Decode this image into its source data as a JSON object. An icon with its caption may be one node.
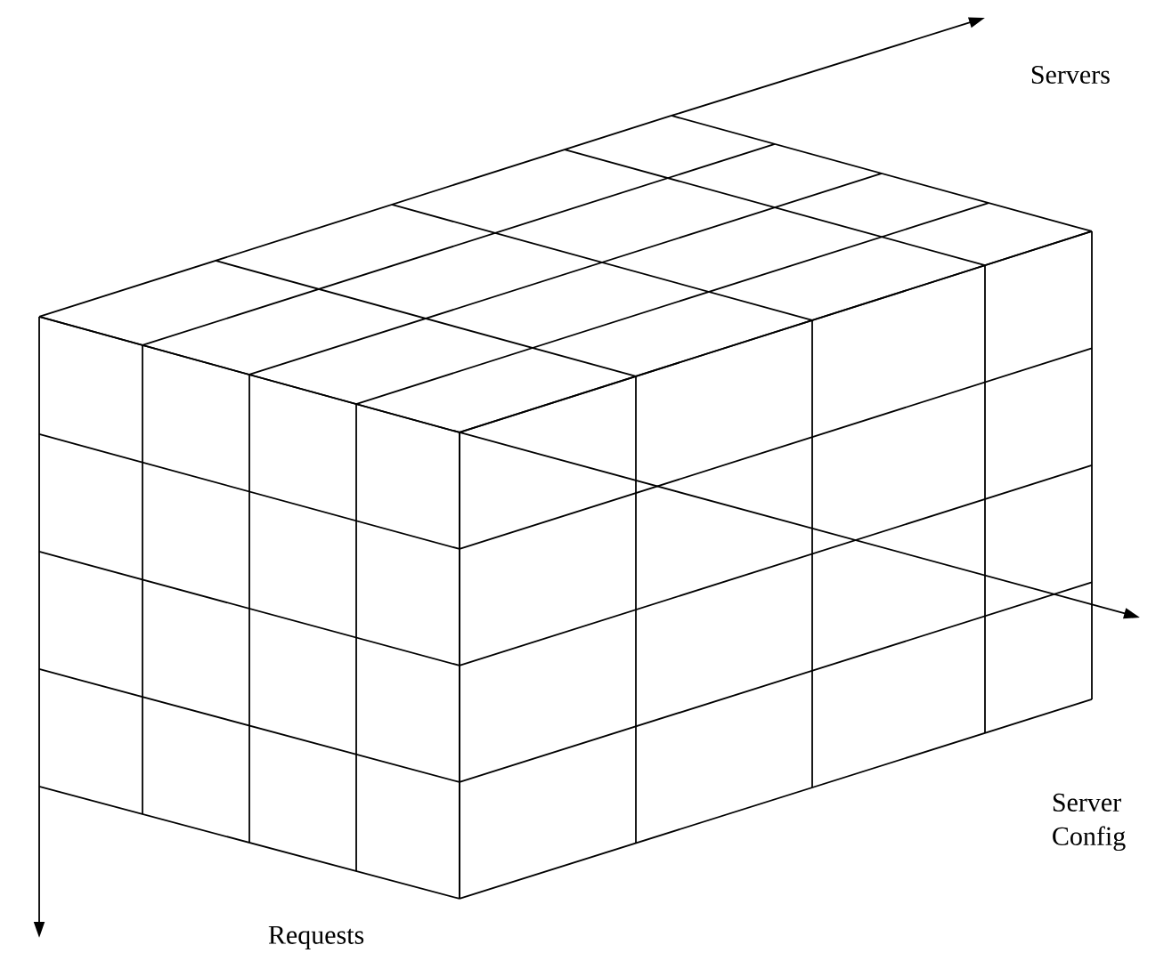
{
  "diagram": {
    "labels": [
      "Servers",
      "Server Config",
      "Requests"
    ]
  }
}
